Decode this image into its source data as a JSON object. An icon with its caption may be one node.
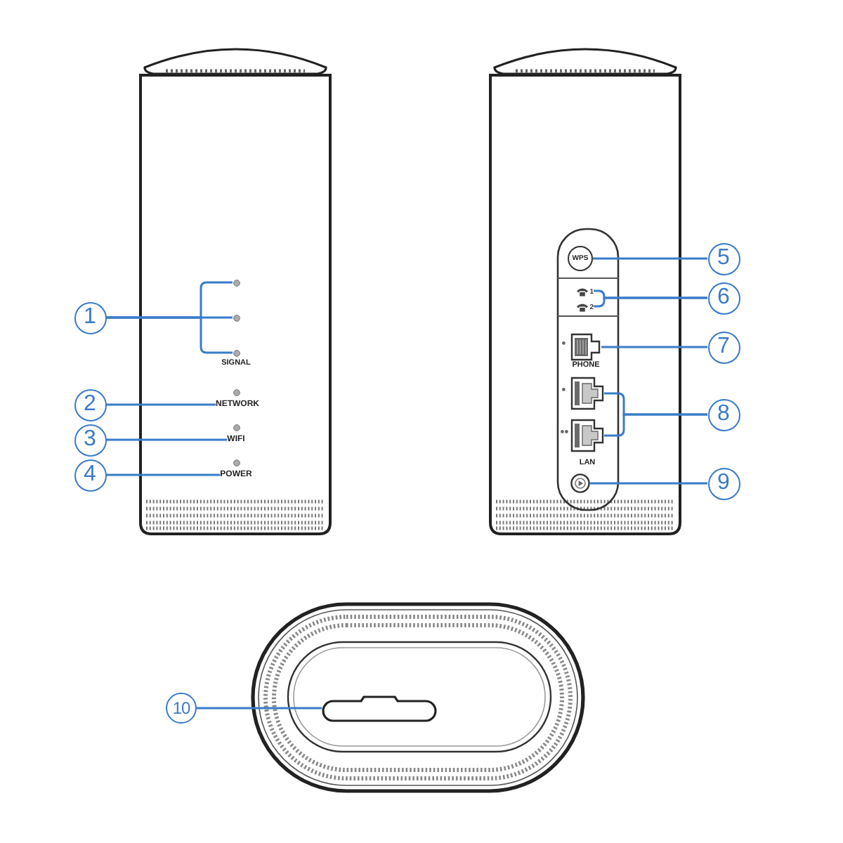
{
  "diagram": {
    "nodes": [
      {
        "text": [
          "1"
        ]
      },
      {
        "text": [],
        "shape": "circle"
      },
      {
        "text": [],
        "shape": "circle"
      },
      {
        "text": [],
        "shape": "circle"
      },
      {
        "text": [
          "2"
        ]
      },
      {
        "text": [
          "NETWORK"
        ]
      },
      {
        "text": [
          "3"
        ]
      },
      {
        "text": [
          "WIFI"
        ]
      },
      {
        "text": [
          "4"
        ]
      },
      {
        "text": [
          "POWER"
        ]
      },
      {
        "text": [
          "WPS"
        ]
      },
      {
        "text": [
          "5"
        ]
      },
      {
        "text": [
          "1"
        ]
      },
      {
        "text": [
          "2"
        ]
      },
      {
        "text": [
          "6"
        ]
      },
      {
        "text": [],
        "shape": "box",
        "beside": [
          "PHONE"
        ]
      },
      {
        "text": [
          "7"
        ]
      },
      {
        "text": [],
        "shape": "box"
      },
      {
        "text": [],
        "shape": "box"
      },
      {
        "text": [
          "8"
        ]
      },
      {
        "text": [],
        "shape": "circle"
      },
      {
        "text": [
          "9"
        ]
      },
      {
        "text": [],
        "shape": "box"
      },
      {
        "text": [
          "10"
        ]
      }
    ],
    "edges": [
      {
        "from": 0,
        "to": 1,
        "arrow": "none"
      },
      {
        "from": 0,
        "to": 2,
        "arrow": "none"
      },
      {
        "from": 0,
        "to": 3,
        "arrow": "none"
      },
      {
        "from": 4,
        "to": 5,
        "arrow": "none"
      },
      {
        "from": 6,
        "to": 7,
        "arrow": "none"
      },
      {
        "from": 8,
        "to": 9,
        "arrow": "none"
      },
      {
        "from": 11,
        "to": 10,
        "arrow": "none"
      },
      {
        "from": 14,
        "to": 12,
        "arrow": "none"
      },
      {
        "from": 14,
        "to": 13,
        "arrow": "none"
      },
      {
        "from": 16,
        "to": 15,
        "arrow": "none"
      },
      {
        "from": 19,
        "to": 17,
        "arrow": "none"
      },
      {
        "from": 19,
        "to": 18,
        "arrow": "none"
      },
      {
        "from": 21,
        "to": 20,
        "arrow": "none"
      },
      {
        "from": 23,
        "to": 22,
        "arrow": "none"
      }
    ],
    "labels": [
      "SIGNAL",
      "LAN"
    ]
  }
}
